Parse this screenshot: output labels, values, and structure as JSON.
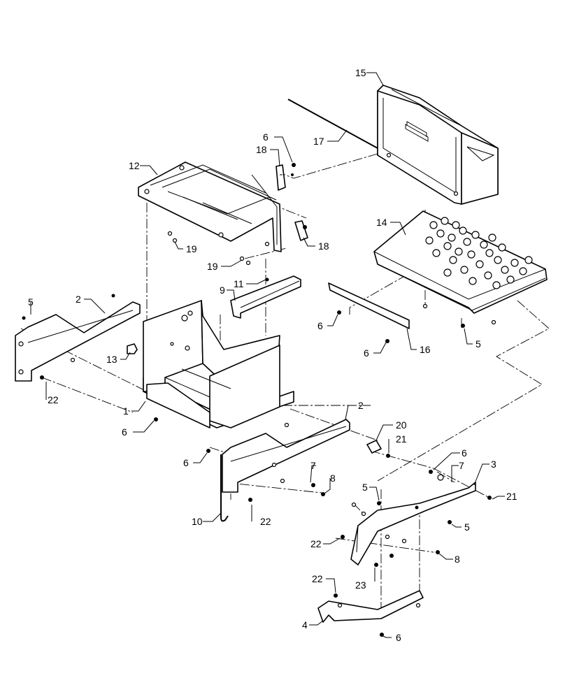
{
  "diagram": {
    "callouts": [
      {
        "id": "c15",
        "text": "15"
      },
      {
        "id": "c17",
        "text": "17"
      },
      {
        "id": "c6a",
        "text": "6"
      },
      {
        "id": "c18a",
        "text": "18"
      },
      {
        "id": "c12",
        "text": "12"
      },
      {
        "id": "c14",
        "text": "14"
      },
      {
        "id": "c18b",
        "text": "18"
      },
      {
        "id": "c19a",
        "text": "19"
      },
      {
        "id": "c19b",
        "text": "19"
      },
      {
        "id": "c11",
        "text": "11"
      },
      {
        "id": "c9",
        "text": "9"
      },
      {
        "id": "c5a",
        "text": "5"
      },
      {
        "id": "c2a",
        "text": "2"
      },
      {
        "id": "c6b",
        "text": "6"
      },
      {
        "id": "c5b",
        "text": "5"
      },
      {
        "id": "c6c",
        "text": "6"
      },
      {
        "id": "c16",
        "text": "16"
      },
      {
        "id": "c13",
        "text": "13"
      },
      {
        "id": "c22a",
        "text": "22"
      },
      {
        "id": "c1",
        "text": "1"
      },
      {
        "id": "c2b",
        "text": "2"
      },
      {
        "id": "c6d",
        "text": "6"
      },
      {
        "id": "c20",
        "text": "20"
      },
      {
        "id": "c21a",
        "text": "21"
      },
      {
        "id": "c6e",
        "text": "6"
      },
      {
        "id": "c6f",
        "text": "6"
      },
      {
        "id": "c7a",
        "text": "7"
      },
      {
        "id": "c3",
        "text": "3"
      },
      {
        "id": "c8a",
        "text": "8"
      },
      {
        "id": "c7b",
        "text": "7"
      },
      {
        "id": "c5c",
        "text": "5"
      },
      {
        "id": "c21b",
        "text": "21"
      },
      {
        "id": "c10",
        "text": "10"
      },
      {
        "id": "c22b",
        "text": "22"
      },
      {
        "id": "c5d",
        "text": "5"
      },
      {
        "id": "c22c",
        "text": "22"
      },
      {
        "id": "c8b",
        "text": "8"
      },
      {
        "id": "c23",
        "text": "23"
      },
      {
        "id": "c22d",
        "text": "22"
      },
      {
        "id": "c4",
        "text": "4"
      },
      {
        "id": "c6g",
        "text": "6"
      }
    ]
  }
}
